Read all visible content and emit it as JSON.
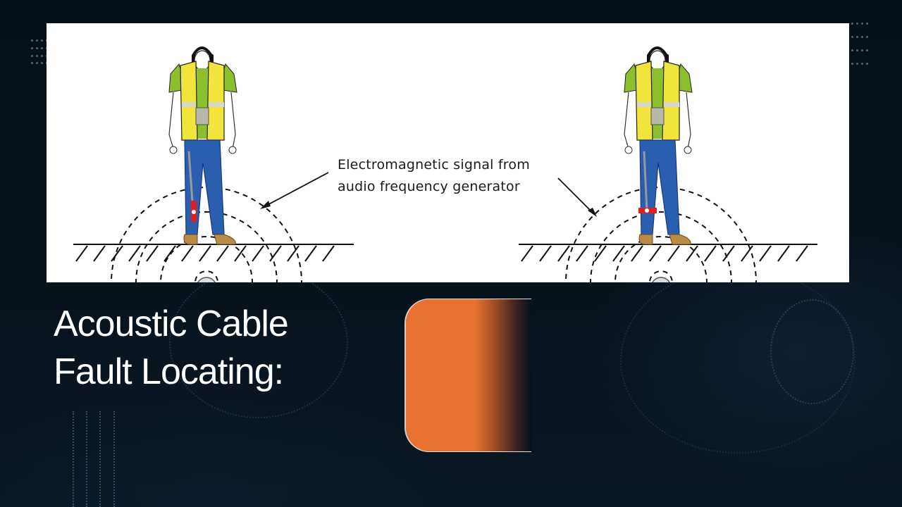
{
  "slide": {
    "title_line1": "Acoustic Cable",
    "title_line2": "Fault Locating:",
    "accent_color": "#e87232",
    "background_color": "#07121c"
  },
  "figure": {
    "caption_line1": "Electromagnetic signal from",
    "caption_line2": "audio frequency generator",
    "left_scene": "technician-with-probe-at-ankle",
    "right_scene": "technician-with-probe-horizontal",
    "icons": [
      "headphones-icon",
      "signal-wave-icon",
      "ground-hatch-icon",
      "cable-icon"
    ]
  }
}
